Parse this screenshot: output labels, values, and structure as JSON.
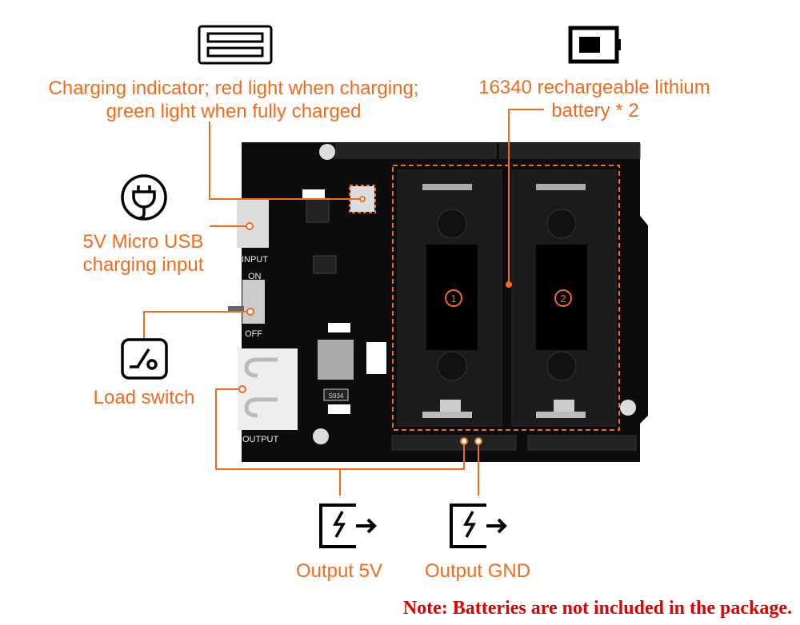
{
  "colors": {
    "accent": "#f26b1d",
    "note": "#e00000",
    "board": "#0c0c0c"
  },
  "callouts": {
    "charging_indicator": {
      "icon": "led-strip-icon",
      "line1": "Charging indicator; red light when charging;",
      "line2": "green light when fully charged"
    },
    "battery": {
      "icon": "battery-icon",
      "line1": "16340 rechargeable lithium",
      "line2": "battery * 2"
    },
    "usb_input": {
      "icon": "plug-icon",
      "line1": "5V Micro USB",
      "line2": "charging input"
    },
    "load_switch": {
      "icon": "switch-icon",
      "line1": "Load switch"
    },
    "output_5v": {
      "icon": "power-output-icon",
      "line1": "Output 5V"
    },
    "output_gnd": {
      "icon": "power-output-icon",
      "line1": "Output GND"
    }
  },
  "board": {
    "silk_input": "INPUT",
    "silk_on": "ON",
    "silk_off": "OFF",
    "silk_output": "OUTPUT",
    "slot1": "1",
    "slot2": "2",
    "chip": "S934"
  },
  "note": "Note: Batteries are not included in the package."
}
